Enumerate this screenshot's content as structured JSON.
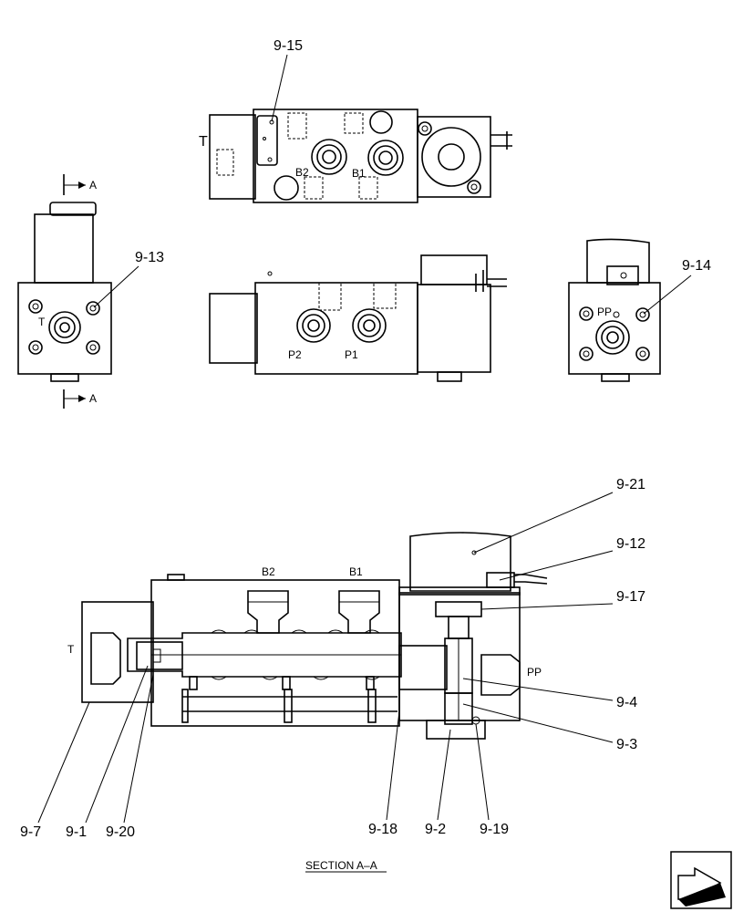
{
  "views": {
    "top": {
      "port_t": "T",
      "port_b2": "B2",
      "port_b1": "B1",
      "callout": "9-15"
    },
    "left_end": {
      "port_t": "T",
      "callout": "9-13",
      "section_marker": "A"
    },
    "front": {
      "port_p2": "P2",
      "port_p1": "P1"
    },
    "right_end": {
      "port_pp": "PP",
      "callout": "9-14"
    },
    "section": {
      "title": "SECTION A–A",
      "port_t": "T",
      "port_b2": "B2",
      "port_b1": "B1",
      "port_pp": "PP",
      "callouts": {
        "c21": "9-21",
        "c12": "9-12",
        "c17": "9-17",
        "c4": "9-4",
        "c3": "9-3",
        "c7": "9-7",
        "c1": "9-1",
        "c20": "9-20",
        "c18": "9-18",
        "c2": "9-2",
        "c19": "9-19"
      }
    }
  },
  "nav_icon": "next-page-arrow-icon"
}
